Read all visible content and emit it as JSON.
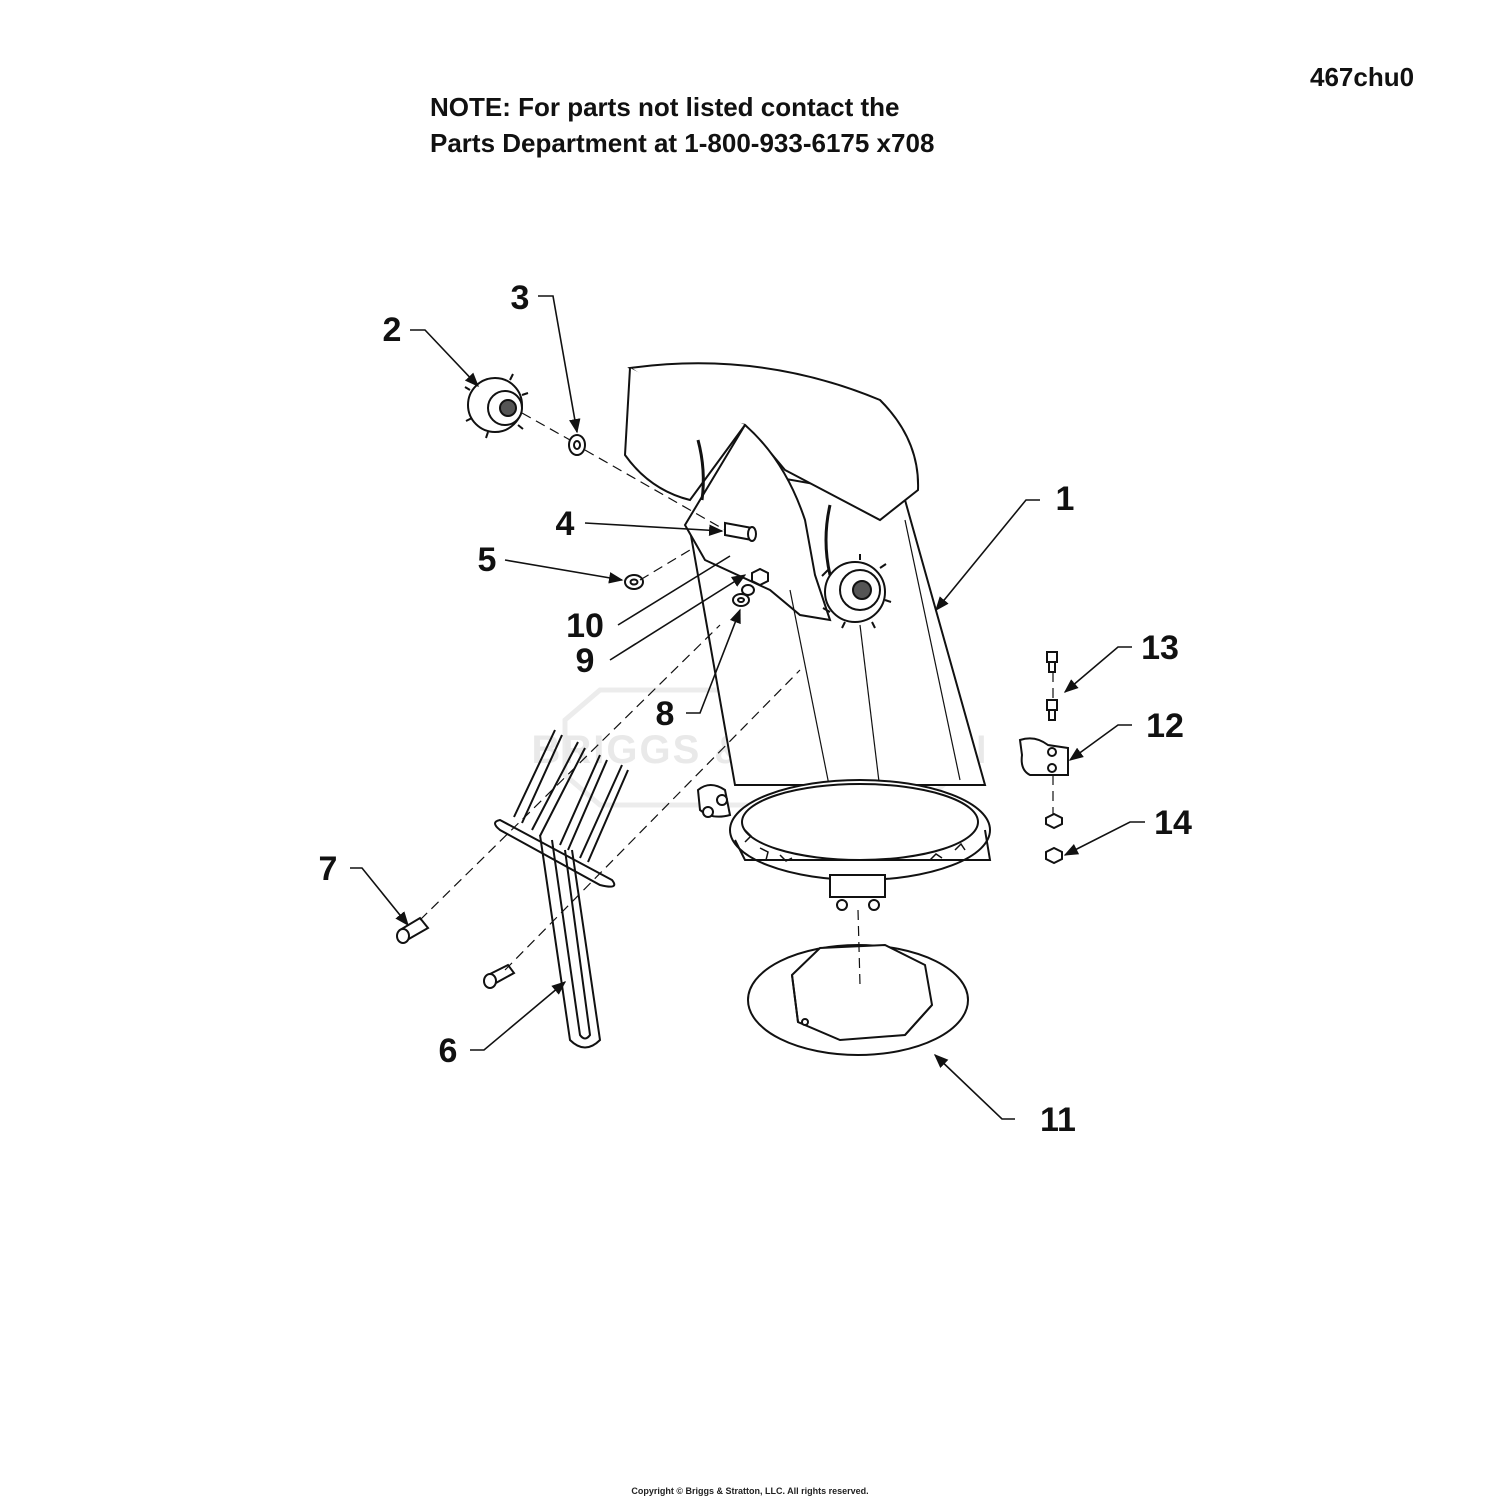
{
  "header": {
    "drawing_code": "467chu0",
    "note_line_1": "NOTE:  For parts not listed contact the",
    "note_line_2": "Parts Department at 1-800-933-6175 x708"
  },
  "watermark": "BRIGGS & STRATTON",
  "callouts": [
    {
      "id": "1",
      "label": "1"
    },
    {
      "id": "2",
      "label": "2"
    },
    {
      "id": "3",
      "label": "3"
    },
    {
      "id": "4",
      "label": "4"
    },
    {
      "id": "5",
      "label": "5"
    },
    {
      "id": "6",
      "label": "6"
    },
    {
      "id": "7",
      "label": "7"
    },
    {
      "id": "8",
      "label": "8"
    },
    {
      "id": "9",
      "label": "9"
    },
    {
      "id": "10",
      "label": "10"
    },
    {
      "id": "11",
      "label": "11"
    },
    {
      "id": "12",
      "label": "12"
    },
    {
      "id": "13",
      "label": "13"
    },
    {
      "id": "14",
      "label": "14"
    }
  ],
  "footer": {
    "copyright": "Copyright © Briggs & Stratton, LLC. All rights reserved."
  }
}
